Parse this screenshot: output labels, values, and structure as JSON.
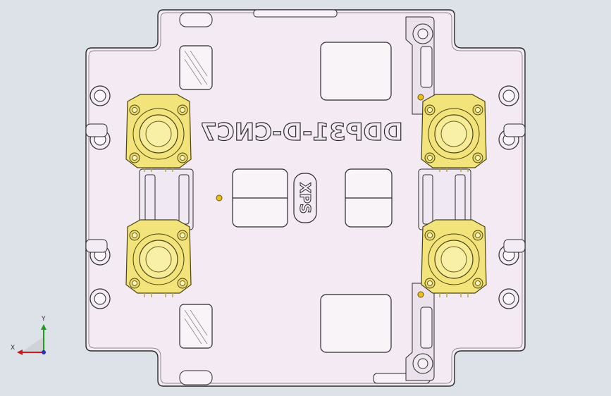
{
  "part": {
    "engraved_label": "DDP31-D-CNC7",
    "logo_text": "XPS"
  },
  "triad": {
    "x_label": "X",
    "y_label": "Y"
  },
  "colors": {
    "background": "#dde1e8",
    "plate": "#f3eaf3",
    "outline": "#2b2b2b",
    "clamp_gold": "#f2e47a",
    "clamp_gold_dark": "#b9a63a",
    "axis_x": "#d01818",
    "axis_y": "#18a018",
    "axis_z": "#2030c8",
    "pin": "#e8c020"
  },
  "icons": {
    "clamp": "toggle-clamp-icon",
    "bolt_hole": "counterbore-hole-icon",
    "triad": "coordinate-triad-icon"
  }
}
